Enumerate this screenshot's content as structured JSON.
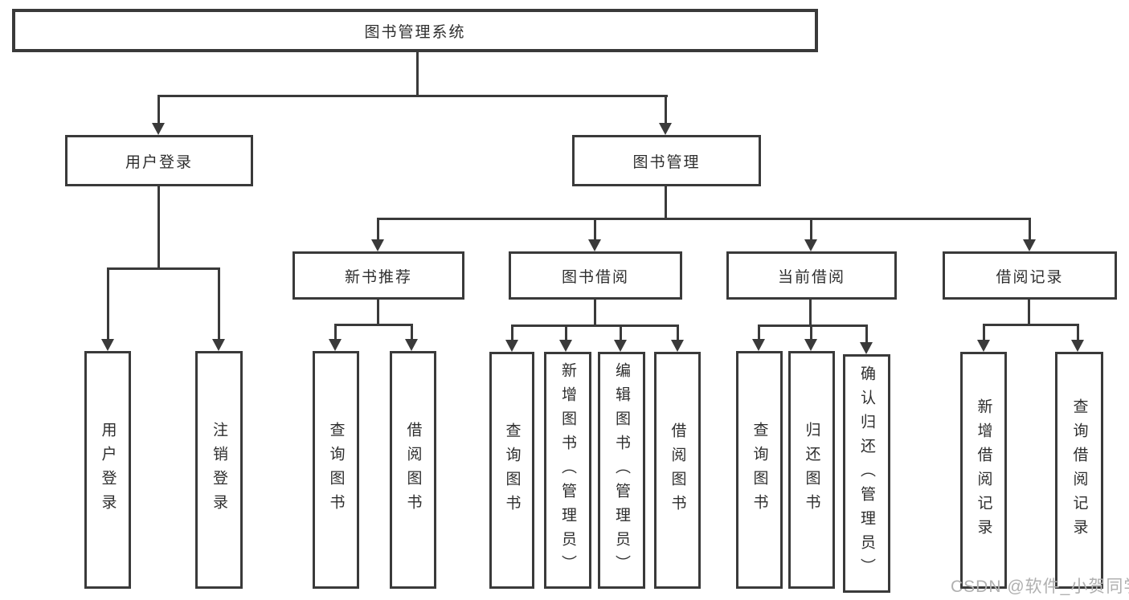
{
  "diagram": {
    "root": "图书管理系统",
    "branches": [
      {
        "label": "用户登录",
        "children": [
          {
            "label": "用户登录"
          },
          {
            "label": "注销登录"
          }
        ]
      },
      {
        "label": "图书管理",
        "children": [
          {
            "label": "新书推荐",
            "children": [
              {
                "label": "查询图书"
              },
              {
                "label": "借阅图书"
              }
            ]
          },
          {
            "label": "图书借阅",
            "children": [
              {
                "label": "查询图书"
              },
              {
                "label": "新增图书（管理员）"
              },
              {
                "label": "编辑图书（管理员）"
              },
              {
                "label": "借阅图书"
              }
            ]
          },
          {
            "label": "当前借阅",
            "children": [
              {
                "label": "查询图书"
              },
              {
                "label": "归还图书"
              },
              {
                "label": "确认归还（管理员）"
              }
            ]
          },
          {
            "label": "借阅记录",
            "children": [
              {
                "label": "新增借阅记录"
              },
              {
                "label": "查询借阅记录"
              }
            ]
          }
        ]
      }
    ]
  },
  "watermark": "CSDN @软件_小贺同学",
  "colors": {
    "line": "#3a3a3a",
    "text": "#2e2e2e",
    "watermark": "#b0b0b0",
    "background": "#ffffff"
  }
}
